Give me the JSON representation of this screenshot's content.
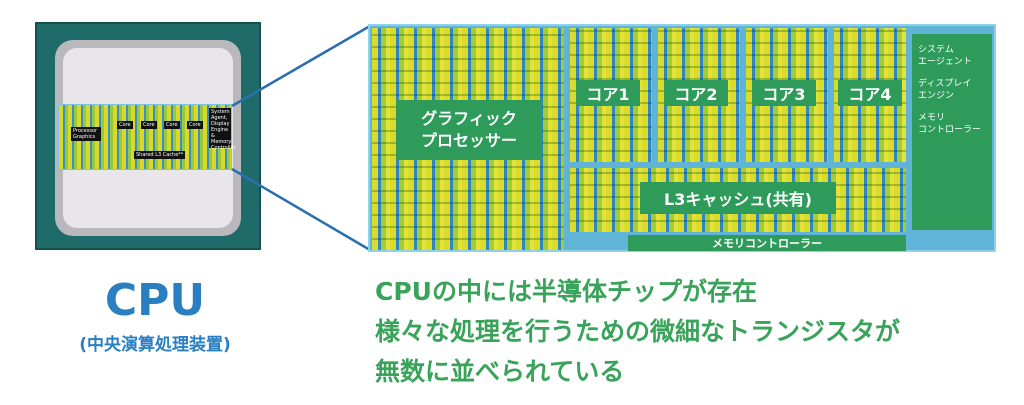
{
  "cpu_package": {
    "mini_labels": {
      "graphics": "Processor Graphics",
      "cores": [
        "Core",
        "Core",
        "Core",
        "Core"
      ],
      "l3": "Shared L3 Cache**",
      "system_agent": "System Agent, Display Engine & Memory Controller"
    }
  },
  "die": {
    "graphics_label": [
      "グラフィック",
      "プロセッサー"
    ],
    "cores": [
      "コア1",
      "コア2",
      "コア3",
      "コア4"
    ],
    "l3_label": "L3キャッシュ(共有)",
    "memory_controller_label": "メモリコントローラー",
    "system_agent_lines": [
      "システム",
      "エージェント",
      "",
      "ディスプレイ",
      "エンジン",
      "",
      "メモリ",
      "コントローラー"
    ]
  },
  "caption": {
    "title": "CPU",
    "subtitle": "(中央演算処理装置)"
  },
  "description": [
    "CPUの中には半導体チップが存在",
    "様々な処理を行うための微細なトランジスタが",
    "無数に並べられている"
  ],
  "colors": {
    "blue": "#2a7fc1",
    "green": "#3aa35a",
    "label_green": "#2e9b5a"
  }
}
